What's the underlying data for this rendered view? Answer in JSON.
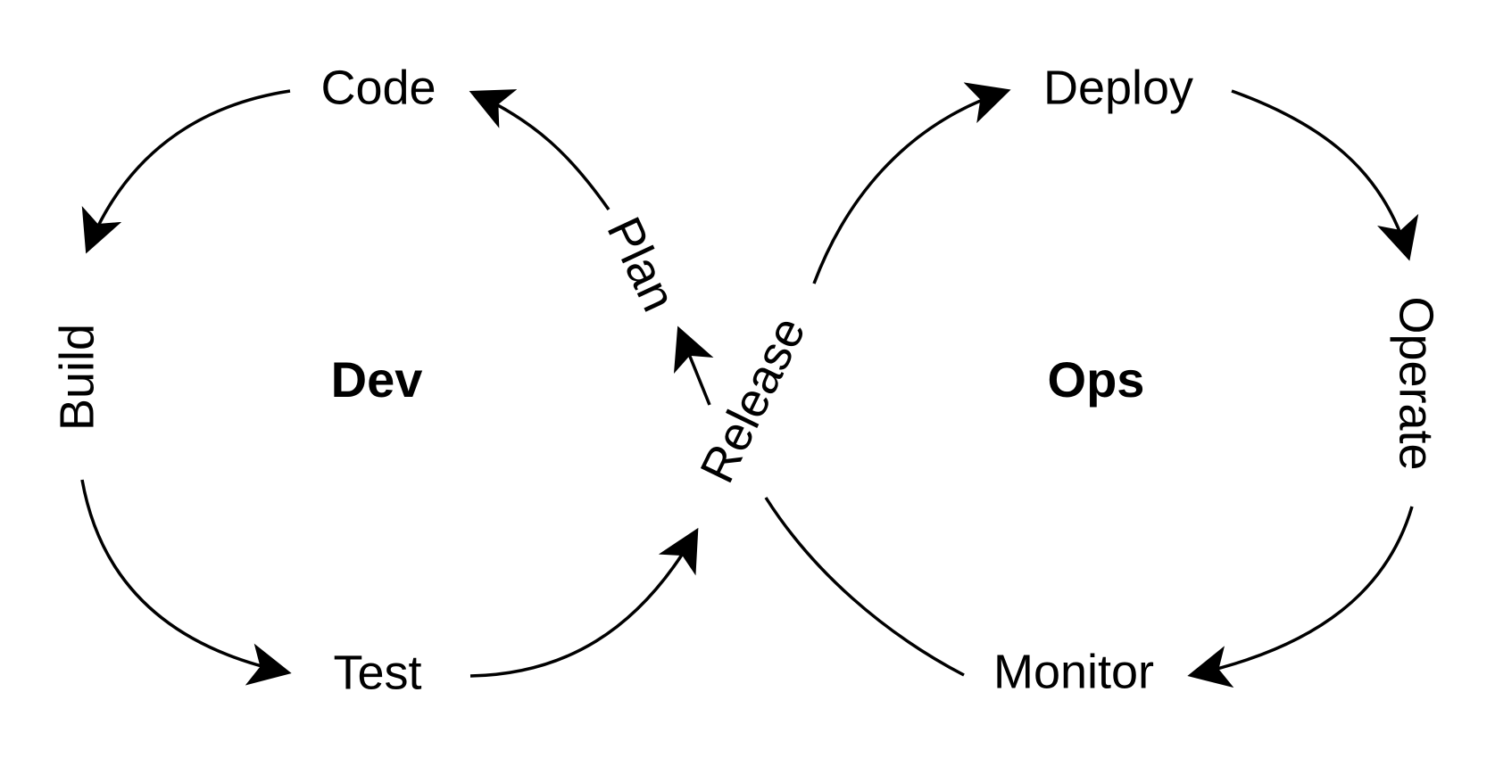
{
  "diagram": {
    "loops": {
      "dev": "Dev",
      "ops": "Ops"
    },
    "stages": {
      "code": "Code",
      "build": "Build",
      "test": "Test",
      "plan": "Plan",
      "release": "Release",
      "deploy": "Deploy",
      "operate": "Operate",
      "monitor": "Monitor"
    },
    "colors": {
      "ink": "#000000",
      "background": "#ffffff"
    }
  }
}
